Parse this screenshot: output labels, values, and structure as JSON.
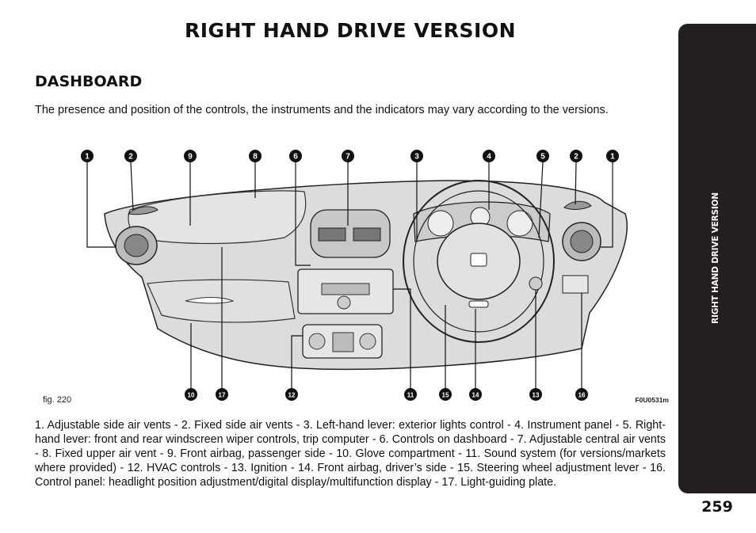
{
  "page": {
    "title": "RIGHT HAND DRIVE VERSION",
    "subtitle": "DASHBOARD",
    "intro": "The presence and position of the controls, the instruments and the indicators may vary according to the versions.",
    "page_number": "259"
  },
  "side_tab": {
    "label": "RIGHT HAND DRIVE VERSION"
  },
  "figure": {
    "label": "fig. 220",
    "code": "F0U0531m",
    "callouts": [
      "1",
      "2",
      "9",
      "8",
      "6",
      "7",
      "3",
      "4",
      "5",
      "2",
      "1",
      "10",
      "17",
      "12",
      "11",
      "15",
      "14",
      "13",
      "16"
    ]
  },
  "caption": "1. Adjustable side air vents - 2. Fixed side air vents - 3. Left-hand lever: exterior lights control - 4. Instrument panel - 5. Right-hand lever: front and rear windscreen wiper controls, trip computer - 6. Controls on dashboard - 7. Adjustable central air vents - 8. Fixed upper air vent - 9. Front airbag, passenger side - 10. Glove compartment - 11. Sound system (for versions/markets where provided) - 12. HVAC controls - 13. Ignition - 14. Front airbag, driver’s side - 15. Steering wheel adjustment lever - 16. Control panel: headlight position adjustment/digital display/multifunction display - 17. Light-guiding plate.",
  "colors": {
    "tab": "#231f20",
    "dash_fill": "#dcdcdc",
    "text": "#111111"
  }
}
